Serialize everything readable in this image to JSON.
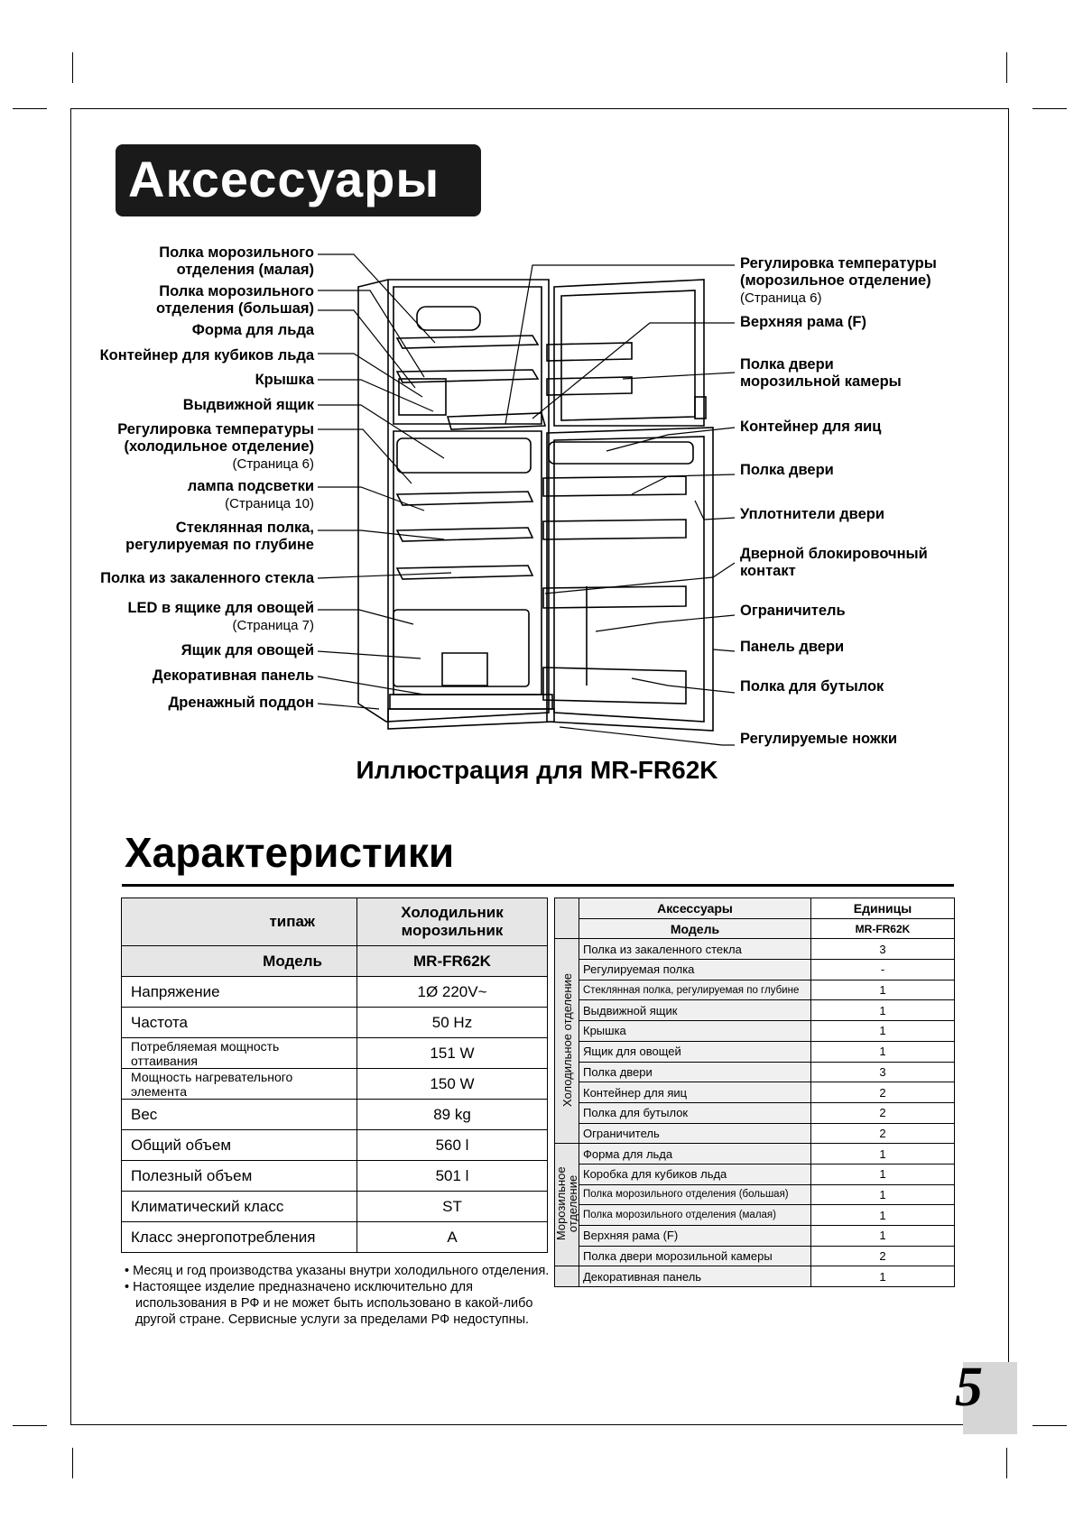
{
  "header": {
    "title": "Аксессуары"
  },
  "diagram": {
    "left_labels": [
      {
        "line1": "Полка морозильного",
        "line2": "отделения (малая)"
      },
      {
        "line1": "Полка морозильного",
        "line2": "отделения (большая)"
      },
      {
        "line1": "Форма для льда"
      },
      {
        "line1": "Контейнер для кубиков льда"
      },
      {
        "line1": "Крышка"
      },
      {
        "line1": "Выдвижной ящик"
      },
      {
        "line1": "Регулировка температуры",
        "line2": "(холодильное отделение)",
        "note": "(Страница 6)"
      },
      {
        "line1": "лампа подсветки",
        "note": "(Страница 10)"
      },
      {
        "line1": "Стеклянная полка,",
        "line2": "регулируемая по глубине"
      },
      {
        "line1": "Полка из закаленного стекла"
      },
      {
        "line1": "LED в ящике для овощей",
        "note": "(Страница 7)"
      },
      {
        "line1": "Ящик для овощей"
      },
      {
        "line1": "Декоративная панель"
      },
      {
        "line1": "Дренажный поддон"
      }
    ],
    "right_labels": [
      {
        "line1": "Регулировка температуры",
        "line2": "(морозильное отделение)",
        "note": "(Страница 6)"
      },
      {
        "line1": "Верхняя рама (F)"
      },
      {
        "line1": "Полка двери",
        "line2": "морозильной камеры"
      },
      {
        "line1": "Контейнер для яиц"
      },
      {
        "line1": "Полка двери"
      },
      {
        "line1": "Уплотнители двери"
      },
      {
        "line1": "Дверной блокировочный",
        "line2": "контакт"
      },
      {
        "line1": "Ограничитель"
      },
      {
        "line1": "Панель двери"
      },
      {
        "line1": "Полка для бутылок"
      },
      {
        "line1": "Регулируемые ножки"
      }
    ],
    "caption": "Иллюстрация для MR-FR62K"
  },
  "specs": {
    "title": "Характеристики",
    "header_type_label": "типаж",
    "header_type_value": "Холодильник морозильник",
    "model_label": "Модель",
    "model_value": "MR-FR62K",
    "rows": [
      {
        "label": "Напряжение",
        "value": "1Ø 220V~"
      },
      {
        "label": "Частота",
        "value": "50 Hz"
      },
      {
        "label": "Потребляемая мощность оттаивания",
        "value": "151 W"
      },
      {
        "label": "Мощность нагревательного элемента",
        "value": "150 W"
      },
      {
        "label": "Вес",
        "value": "89 kg"
      },
      {
        "label": "Общий объем",
        "value": "560 l"
      },
      {
        "label": "Полезный объем",
        "value": "501 l"
      },
      {
        "label": "Климатический класс",
        "value": "ST"
      },
      {
        "label": "Класс энергопотребления",
        "value": "A"
      }
    ],
    "notes": [
      "• Месяц и год производства указаны внутри холодильного отделения.",
      "• Настоящее изделие предназначено исключительно для использования в РФ и не может быть использовано в какой-либо другой стране. Сервисные услуги за пределами РФ недоступны."
    ]
  },
  "accessories": {
    "col_name": "Аксессуары",
    "col_units": "Единицы",
    "model_label": "Модель",
    "model_value": "MR-FR62K",
    "group_fridge": "Холодильное отделение",
    "group_freezer": "Морозильное отделение",
    "fridge_items": [
      {
        "name": "Полка из закаленного стекла",
        "qty": "3"
      },
      {
        "name": "Регулируемая полка",
        "qty": "-"
      },
      {
        "name": "Стеклянная полка, регулируемая по глубине",
        "qty": "1"
      },
      {
        "name": "Выдвижной ящик",
        "qty": "1"
      },
      {
        "name": "Крышка",
        "qty": "1"
      },
      {
        "name": "Ящик для овощей",
        "qty": "1"
      },
      {
        "name": "Полка двери",
        "qty": "3"
      },
      {
        "name": "Контейнер для яиц",
        "qty": "2"
      },
      {
        "name": "Полка для бутылок",
        "qty": "2"
      },
      {
        "name": "Ограничитель",
        "qty": "2"
      }
    ],
    "freezer_items": [
      {
        "name": "Форма для льда",
        "qty": "1"
      },
      {
        "name": "Коробка для кубиков льда",
        "qty": "1"
      },
      {
        "name": "Полка морозильного отделения (большая)",
        "qty": "1"
      },
      {
        "name": "Полка морозильного отделения (малая)",
        "qty": "1"
      },
      {
        "name": "Верхняя рама (F)",
        "qty": "1"
      },
      {
        "name": "Полка двери морозильной камеры",
        "qty": "2"
      }
    ],
    "other_items": [
      {
        "name": "Декоративная панель",
        "qty": "1"
      }
    ]
  },
  "page_number": "5"
}
